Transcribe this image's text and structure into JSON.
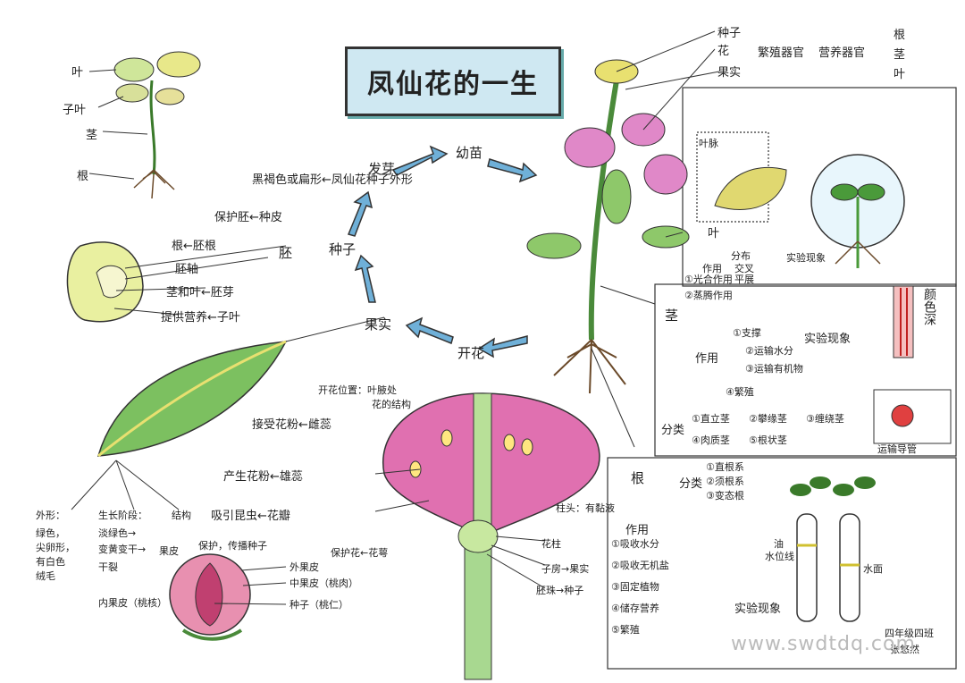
{
  "title": "凤仙花的一生",
  "cycle": {
    "stages": [
      "发芽",
      "幼苗",
      "开花",
      "果实",
      "种子"
    ]
  },
  "seedling": {
    "labels": [
      "叶",
      "子叶",
      "茎",
      "根"
    ]
  },
  "seed": {
    "protect": "保护胚←种皮",
    "embryo": "胚",
    "parts": [
      "根←胚根",
      "胚轴",
      "茎和叶←胚芽",
      "提供营养←子叶"
    ],
    "seed_desc": "黑褐色或扁形←凤仙花种子外形"
  },
  "plant_top": {
    "organs": [
      "种子",
      "花",
      "果实"
    ],
    "repro": "繁殖器官",
    "veg": "营养器官",
    "veg_organs": [
      "根",
      "茎",
      "叶"
    ]
  },
  "leaf_exp": {
    "vein_label": "叶脉",
    "leaf_label": "叶",
    "items": [
      "作用",
      "分布",
      "交叉",
      "平展"
    ],
    "uses": [
      "①光合作用",
      "②蒸腾作用"
    ],
    "exp": "实验现象"
  },
  "stem": {
    "title": "茎",
    "uses_label": "作用",
    "uses": [
      "①支撑",
      "②运输水分",
      "③运输有机物",
      "④繁殖"
    ],
    "exp": "实验现象",
    "color_label": "颜色深",
    "duct_label": "运输导管",
    "types_label": "分类",
    "types": [
      "①直立茎",
      "②攀缘茎",
      "③缠绕茎",
      "④肉质茎",
      "⑤根状茎"
    ]
  },
  "root": {
    "title": "根",
    "types_label": "分类",
    "types": [
      "①直根系",
      "②须根系",
      "③变态根"
    ],
    "uses_label": "作用",
    "uses": [
      "①吸收水分",
      "②吸收无机盐",
      "③固定植物",
      "④储存营养",
      "⑤繁殖"
    ],
    "exp": "实验现象",
    "oil": "油",
    "waterline": "水位线",
    "surface": "水面"
  },
  "flower": {
    "pollen": "产生花粉←雄蕊",
    "attract": "吸引昆虫←花瓣",
    "stigma": "柱头：有黏液",
    "style": "花柱",
    "ovary": "子房→果实",
    "ovule": "胚珠→种子",
    "receive": "接受花粉←雌蕊",
    "flower_pos": "开花位置：叶腋处",
    "structure": "花的结构"
  },
  "leaf_big": {
    "shape_title": "外形：",
    "shape": [
      "绿色，",
      "尖卵形，",
      "有白色",
      "绒毛"
    ],
    "stage_title": "生长阶段：",
    "stages": [
      "淡绿色→",
      "变黄变干→",
      "干裂"
    ],
    "struct_title": "结构",
    "pericarp": "果皮",
    "pericarp_desc": "保护，传播种子",
    "outer": "外果皮",
    "middle": "中果皮（桃肉）",
    "inner": "内果皮（桃核）",
    "seed_in": "种子（桃仁）",
    "pericarp_fn": "保护花←花萼"
  },
  "signature": [
    "四年级四班",
    "张悠然"
  ],
  "watermark": "www.swdtdq.com"
}
